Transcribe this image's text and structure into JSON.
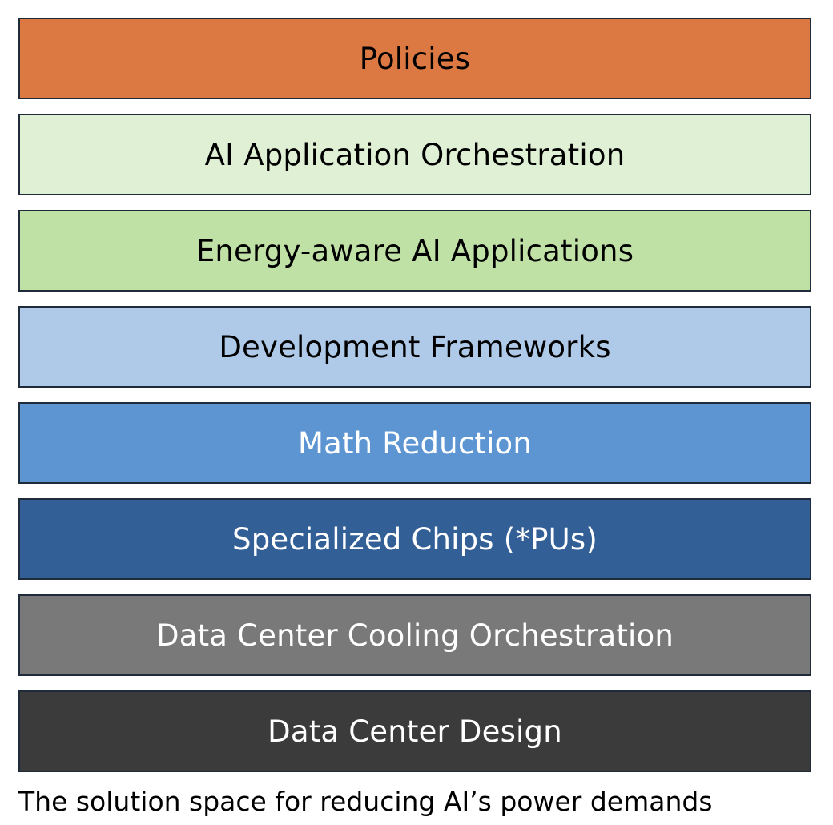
{
  "diagram": {
    "layers": [
      {
        "label": "Policies",
        "fill": "#dc7842",
        "text_color": "#000000"
      },
      {
        "label": "AI Application Orchestration",
        "fill": "#dff0d4",
        "text_color": "#000000"
      },
      {
        "label": "Energy-aware AI Applications",
        "fill": "#c0e1a6",
        "text_color": "#000000"
      },
      {
        "label": "Development Frameworks",
        "fill": "#aecae8",
        "text_color": "#000000"
      },
      {
        "label": "Math Reduction",
        "fill": "#5d95d3",
        "text_color": "#ffffff"
      },
      {
        "label": "Specialized Chips (*PUs)",
        "fill": "#335f97",
        "text_color": "#ffffff"
      },
      {
        "label": "Data Center Cooling Orchestration",
        "fill": "#797979",
        "text_color": "#ffffff"
      },
      {
        "label": "Data Center Design",
        "fill": "#3b3b3b",
        "text_color": "#ffffff"
      }
    ]
  },
  "caption": "The solution space for reducing AI’s power demands"
}
